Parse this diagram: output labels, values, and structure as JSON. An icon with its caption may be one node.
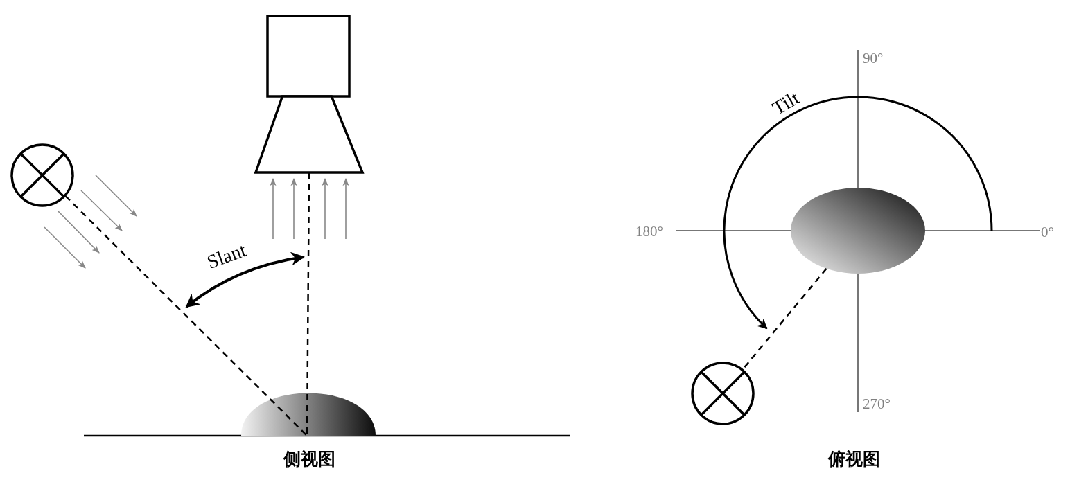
{
  "diagram": {
    "nodes": [
      {
        "text": [],
        "shape": "box"
      },
      {
        "text": [],
        "shape": "trapezoid"
      },
      {
        "text": [],
        "shape": "circle"
      },
      {
        "text": [],
        "shape": "dome"
      },
      {
        "text": [],
        "shape": "ellipse"
      },
      {
        "text": [],
        "shape": "circle"
      }
    ],
    "edges": [
      {
        "from": 2,
        "to": 3,
        "arrow": "none",
        "style": "dashed"
      },
      {
        "from": 1,
        "to": 3,
        "arrow": "none",
        "style": "dashed"
      },
      {
        "from": 4,
        "to": 5,
        "arrow": "none",
        "style": "dashed"
      }
    ],
    "labels": [
      "Slant",
      "侧视图",
      "90°",
      "Tilt",
      "180°",
      "0°",
      "270°",
      "俯视图"
    ]
  }
}
